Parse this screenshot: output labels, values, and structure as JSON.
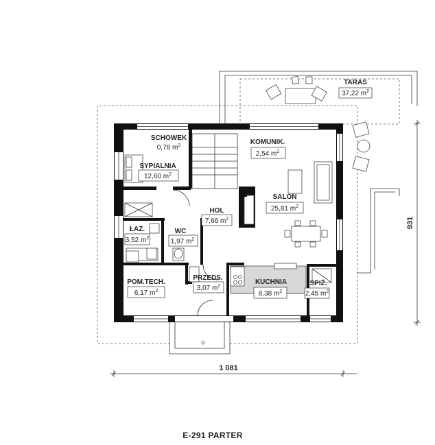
{
  "rooms": {
    "schowek": {
      "name": "SCHOWEK",
      "area_value": "0,78 m",
      "area_unit_exp": "2"
    },
    "sypialnia": {
      "name": "SYPIALNIA",
      "area_value": "12,60 m",
      "area_unit_exp": "2"
    },
    "komunik": {
      "name": "KOMUNIK.",
      "area_value": "2,54 m",
      "area_unit_exp": "2"
    },
    "salon": {
      "name": "SALON",
      "area_value": "25,81 m",
      "area_unit_exp": "2"
    },
    "hol": {
      "name": "HOL",
      "area_value": "7,66 m",
      "area_unit_exp": "2"
    },
    "laz": {
      "name": "ŁAZ.",
      "area_value": "3,52 m",
      "area_unit_exp": "2"
    },
    "wc": {
      "name": "WC",
      "area_value": "1,97 m",
      "area_unit_exp": "2"
    },
    "pomtech": {
      "name": "POM.TECH.",
      "area_value": "6,17 m",
      "area_unit_exp": "2"
    },
    "przeds": {
      "name": "PRZEDS.",
      "area_value": "3,07 m",
      "area_unit_exp": "2"
    },
    "kuchnia": {
      "name": "KUCHNIA",
      "area_value": "8,38 m",
      "area_unit_exp": "2"
    },
    "spiz": {
      "name": "SPIŻ.",
      "area_value": "2,45 m",
      "area_unit_exp": "2"
    },
    "taras": {
      "name": "TARAS",
      "area_value": "37,22 m",
      "area_unit_exp": "2"
    }
  },
  "dimensions": {
    "width": "1 081",
    "depth": "931"
  },
  "caption": "E-291 PARTER"
}
